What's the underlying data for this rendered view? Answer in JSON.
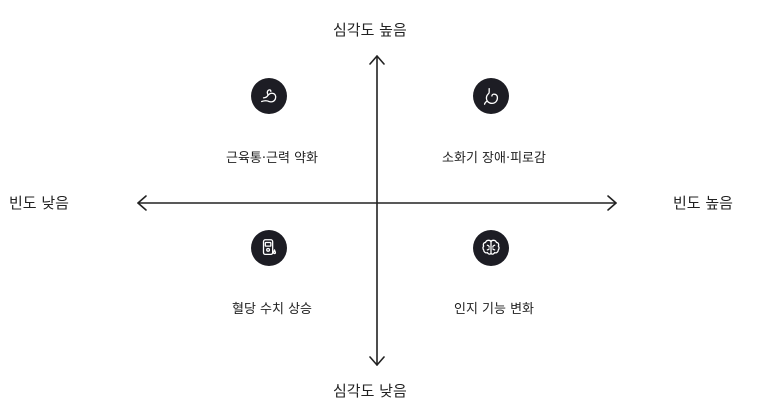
{
  "axes": {
    "top": "심각도 높음",
    "bottom": "심각도 낮음",
    "left": "빈도 낮음",
    "right": "빈도 높음"
  },
  "quadrants": {
    "top_left": {
      "label": "근육통·근력 약화",
      "icon": "flexed-arm-icon"
    },
    "top_right": {
      "label": "소화기 장애·피로감",
      "icon": "stomach-icon"
    },
    "bottom_left": {
      "label": "혈당 수치 상승",
      "icon": "glucose-meter-icon"
    },
    "bottom_right": {
      "label": "인지 기능 변화",
      "icon": "brain-icon"
    }
  },
  "colors": {
    "icon_bg": "#1d1d24",
    "axis": "#222222"
  }
}
